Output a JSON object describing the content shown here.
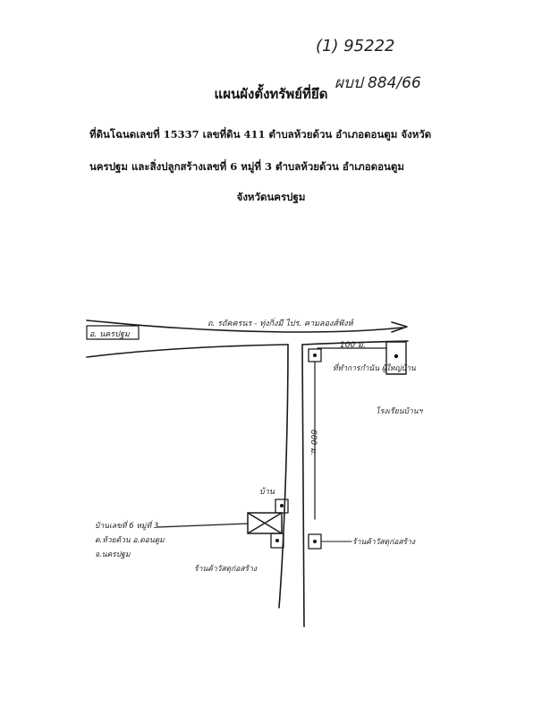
{
  "ref_numbers": {
    "line1": "(1) 95222",
    "line2": "ผบป 884/66"
  },
  "title": "แผนผังตั้งทรัพย์ที่ยึด",
  "description": {
    "line1": "ที่ดินโฉนดเลขที่ 15337 เลขที่ดิน 411 ตำบลห้วยด้วน อำเภอดอนตูม จังหวัด",
    "line2": "นครปฐม และสิ่งปลูกสร้างเลขที่ 6 หมู่ที่ 3 ตำบลห้วยด้วน อำเภอดอนตูม",
    "line3": "จังหวัดนครปฐม"
  },
  "map": {
    "road_label_top": "ถ. รถัคครนร - ทุ่งกิ่งมี ไปร. คามลองส์ฟังห์",
    "left_label": "อ. นครปฐม",
    "distance_top": "100 ม.",
    "landmark_office": "ที่ทำการกำนัน ผู้ใหญ่บ้าน",
    "landmark_school": "โรงเรียนบ้านฯ",
    "distance_vertical": "800 ม.",
    "house_label": "บ้าน",
    "property_label_lines": [
      "บ้านเลขที่ 6 หมู่ที่ 3",
      "ต.ห้วยด้วน อ.ดอนตูม",
      "จ.นครปฐม"
    ],
    "shop_right_label": "ร้านค้าวัสดุก่อสร้าง",
    "shop_bottom_label": "ร้านค้าวัสดุก่อสร้าง"
  }
}
